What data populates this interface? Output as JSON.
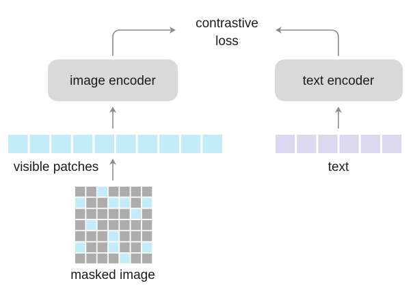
{
  "labels": {
    "loss_line1": "contrastive",
    "loss_line2": "loss",
    "image_encoder": "image encoder",
    "text_encoder": "text encoder",
    "visible_patches": "visible patches",
    "text": "text",
    "masked_image": "masked image"
  },
  "colors": {
    "encoder_box": "#d9d9d9",
    "visible_patch": "#c2ecf8",
    "text_token": "#dcd8f0",
    "masked_cell": "#acacac",
    "arrow": "#8a8a8a"
  },
  "visible_patch_count": 10,
  "text_token_count": 6,
  "masked_image": {
    "rows": 7,
    "cols": 7,
    "visible": [
      [
        0,
        0,
        1,
        0,
        0,
        0,
        0
      ],
      [
        1,
        0,
        0,
        1,
        1,
        0,
        1
      ],
      [
        0,
        0,
        0,
        0,
        0,
        1,
        0
      ],
      [
        0,
        1,
        0,
        0,
        0,
        0,
        0
      ],
      [
        0,
        0,
        0,
        1,
        0,
        0,
        0
      ],
      [
        1,
        0,
        0,
        1,
        0,
        0,
        1
      ],
      [
        0,
        0,
        0,
        0,
        1,
        0,
        0
      ]
    ]
  }
}
